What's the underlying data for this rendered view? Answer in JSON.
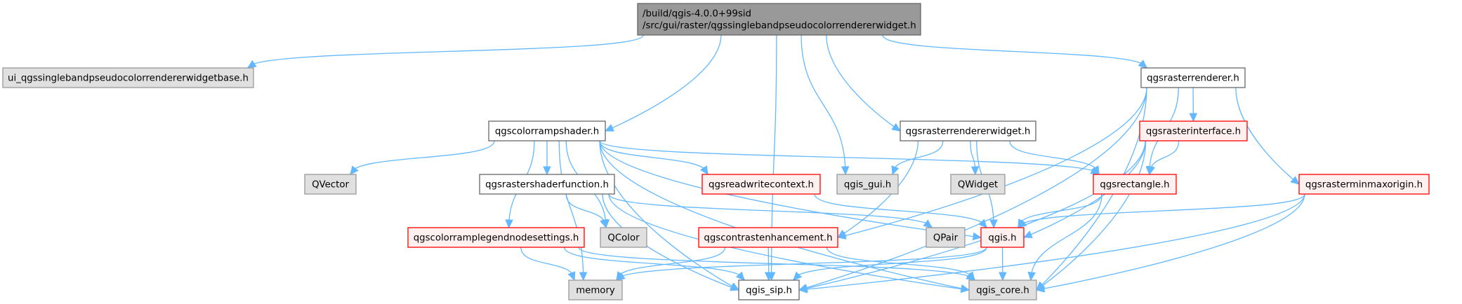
{
  "colors": {
    "root_fill": "#999999",
    "root_stroke": "#666666",
    "normal_fill": "#ffffff",
    "normal_stroke": "#666666",
    "external_fill": "#e0e0e0",
    "external_stroke": "#999999",
    "truncated_fill": "#fff0f0",
    "truncated_stroke": "#ff0000",
    "edge": "#63b8ff"
  },
  "nodes": [
    {
      "id": "root",
      "kind": "root",
      "lines": [
        "/build/qgis-4.0.0+99sid",
        "/src/gui/raster/qgssinglebandpseudocolorrendererwidget.h"
      ]
    },
    {
      "id": "ui_base",
      "kind": "external",
      "lines": [
        "ui_qgssinglebandpseudocolorrendererwidgetbase.h"
      ]
    },
    {
      "id": "qgsrasterrenderer",
      "kind": "normal",
      "lines": [
        "qgsrasterrenderer.h"
      ]
    },
    {
      "id": "qgscolorrampshader",
      "kind": "normal",
      "lines": [
        "qgscolorrampshader.h"
      ]
    },
    {
      "id": "qgsrasterrendererwidget",
      "kind": "normal",
      "lines": [
        "qgsrasterrendererwidget.h"
      ]
    },
    {
      "id": "qgsrasterinterface",
      "kind": "truncated",
      "lines": [
        "qgsrasterinterface.h"
      ]
    },
    {
      "id": "QVector",
      "kind": "external",
      "lines": [
        "QVector"
      ]
    },
    {
      "id": "qgsrastershaderfunction",
      "kind": "normal",
      "lines": [
        "qgsrastershaderfunction.h"
      ]
    },
    {
      "id": "qgsreadwritecontext",
      "kind": "truncated",
      "lines": [
        "qgsreadwritecontext.h"
      ]
    },
    {
      "id": "qgis_gui",
      "kind": "external",
      "lines": [
        "qgis_gui.h"
      ]
    },
    {
      "id": "QWidget",
      "kind": "external",
      "lines": [
        "QWidget"
      ]
    },
    {
      "id": "qgsrectangle",
      "kind": "truncated",
      "lines": [
        "qgsrectangle.h"
      ]
    },
    {
      "id": "qgsrasterminmaxorigin",
      "kind": "truncated",
      "lines": [
        "qgsrasterminmaxorigin.h"
      ]
    },
    {
      "id": "qgscolorramplegendnodesettings",
      "kind": "truncated",
      "lines": [
        "qgscolorramplegendnodesettings.h"
      ]
    },
    {
      "id": "QColor",
      "kind": "external",
      "lines": [
        "QColor"
      ]
    },
    {
      "id": "qgscontrastenhancement",
      "kind": "truncated",
      "lines": [
        "qgscontrastenhancement.h"
      ]
    },
    {
      "id": "QPair",
      "kind": "external",
      "lines": [
        "QPair"
      ]
    },
    {
      "id": "qgis",
      "kind": "truncated",
      "lines": [
        "qgis.h"
      ]
    },
    {
      "id": "memory",
      "kind": "external",
      "lines": [
        "memory"
      ]
    },
    {
      "id": "qgis_sip",
      "kind": "normal",
      "lines": [
        "qgis_sip.h"
      ]
    },
    {
      "id": "qgis_core",
      "kind": "external",
      "lines": [
        "qgis_core.h"
      ]
    }
  ],
  "edges": [
    {
      "from": "root",
      "to": "ui_base"
    },
    {
      "from": "root",
      "to": "qgscolorrampshader"
    },
    {
      "from": "root",
      "to": "qgis_sip"
    },
    {
      "from": "root",
      "to": "qgis_gui"
    },
    {
      "from": "root",
      "to": "qgsrasterrendererwidget"
    },
    {
      "from": "root",
      "to": "qgsrasterrenderer"
    },
    {
      "from": "qgsrasterrenderer",
      "to": "qgsrasterinterface"
    },
    {
      "from": "qgsrasterrenderer",
      "to": "qgsrectangle"
    },
    {
      "from": "qgsrasterrenderer",
      "to": "qgscontrastenhancement"
    },
    {
      "from": "qgsrasterrenderer",
      "to": "qgsrasterminmaxorigin"
    },
    {
      "from": "qgsrasterrenderer",
      "to": "qgis_sip"
    },
    {
      "from": "qgsrasterrenderer",
      "to": "qgis_core"
    },
    {
      "from": "qgsrasterinterface",
      "to": "qgsrectangle"
    },
    {
      "from": "qgsrasterinterface",
      "to": "qgis"
    },
    {
      "from": "qgsrasterinterface",
      "to": "qgis_sip"
    },
    {
      "from": "qgsrasterinterface",
      "to": "qgis_core"
    },
    {
      "from": "qgsrasterminmaxorigin",
      "to": "qgis"
    },
    {
      "from": "qgsrasterminmaxorigin",
      "to": "qgis_sip"
    },
    {
      "from": "qgsrasterminmaxorigin",
      "to": "qgis_core"
    },
    {
      "from": "qgsrectangle",
      "to": "qgis"
    },
    {
      "from": "qgsrectangle",
      "to": "qgis_core"
    },
    {
      "from": "qgsrasterrendererwidget",
      "to": "qgis_gui"
    },
    {
      "from": "qgsrasterrendererwidget",
      "to": "QWidget"
    },
    {
      "from": "qgsrasterrendererwidget",
      "to": "qgsrectangle"
    },
    {
      "from": "qgsrasterrendererwidget",
      "to": "qgis"
    },
    {
      "from": "qgsrasterrendererwidget",
      "to": "qgscontrastenhancement"
    },
    {
      "from": "qgscolorrampshader",
      "to": "QVector"
    },
    {
      "from": "qgscolorrampshader",
      "to": "qgsrastershaderfunction"
    },
    {
      "from": "qgscolorrampshader",
      "to": "qgsreadwritecontext"
    },
    {
      "from": "qgscolorrampshader",
      "to": "qgsrectangle"
    },
    {
      "from": "qgscolorrampshader",
      "to": "qgscolorramplegendnodesettings"
    },
    {
      "from": "qgscolorrampshader",
      "to": "QColor"
    },
    {
      "from": "qgscolorrampshader",
      "to": "memory"
    },
    {
      "from": "qgscolorrampshader",
      "to": "qgis_sip"
    },
    {
      "from": "qgscolorrampshader",
      "to": "qgis_core"
    },
    {
      "from": "qgscolorrampshader",
      "to": "qgis"
    },
    {
      "from": "qgsrastershaderfunction",
      "to": "QColor"
    },
    {
      "from": "qgsrastershaderfunction",
      "to": "QPair"
    },
    {
      "from": "qgsrastershaderfunction",
      "to": "qgis_sip"
    },
    {
      "from": "qgsrastershaderfunction",
      "to": "qgis_core"
    },
    {
      "from": "qgsreadwritecontext",
      "to": "qgis"
    },
    {
      "from": "qgscolorramplegendnodesettings",
      "to": "memory"
    },
    {
      "from": "qgscolorramplegendnodesettings",
      "to": "qgis_sip"
    },
    {
      "from": "qgscolorramplegendnodesettings",
      "to": "qgis_core"
    },
    {
      "from": "qgscontrastenhancement",
      "to": "memory"
    },
    {
      "from": "qgscontrastenhancement",
      "to": "qgis_sip"
    },
    {
      "from": "qgscontrastenhancement",
      "to": "qgis_core"
    },
    {
      "from": "qgis",
      "to": "memory"
    },
    {
      "from": "qgis",
      "to": "qgis_sip"
    },
    {
      "from": "qgis",
      "to": "qgis_core"
    }
  ]
}
